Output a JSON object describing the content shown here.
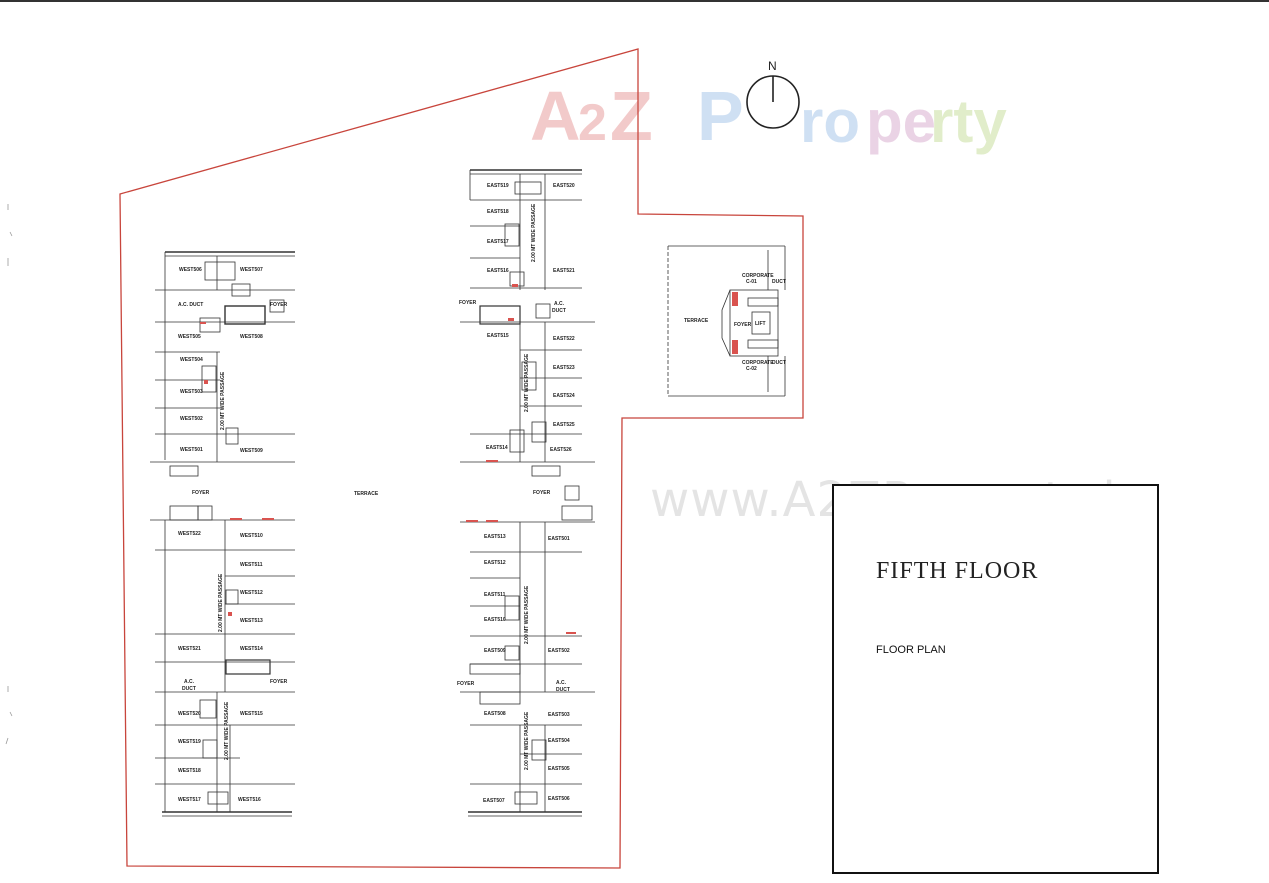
{
  "watermark": {
    "logo": {
      "a": "A",
      "two": "2",
      "z": "Z",
      "p": "P",
      "ro": "ro",
      "pe": "pe",
      "rty": "rty"
    },
    "url": "www.A2ZProperty.in"
  },
  "compass": {
    "label": "N"
  },
  "title_block": {
    "title": "FIFTH FLOOR",
    "subtitle": "FLOOR PLAN"
  },
  "plan": {
    "terrace": "TERRACE",
    "west_units": [
      {
        "id": "west-t-506",
        "label": "WEST506"
      },
      {
        "id": "west-t-507",
        "label": "WEST507"
      },
      {
        "id": "west-t-505",
        "label": "WEST505"
      },
      {
        "id": "west-t-508",
        "label": "WEST508"
      },
      {
        "id": "west-t-504",
        "label": "WEST504"
      },
      {
        "id": "west-t-503",
        "label": "WEST503"
      },
      {
        "id": "west-t-502",
        "label": "WEST502"
      },
      {
        "id": "west-t-501",
        "label": "WEST501"
      },
      {
        "id": "west-t-509",
        "label": "WEST509"
      },
      {
        "id": "west-t-522",
        "label": "WEST522"
      },
      {
        "id": "west-t-510",
        "label": "WEST510"
      },
      {
        "id": "west-t-511",
        "label": "WEST511"
      },
      {
        "id": "west-t-512",
        "label": "WEST512"
      },
      {
        "id": "west-t-513",
        "label": "WEST513"
      },
      {
        "id": "west-t-521",
        "label": "WEST521"
      },
      {
        "id": "west-t-514",
        "label": "WEST514"
      },
      {
        "id": "west-t-520",
        "label": "WEST520"
      },
      {
        "id": "west-t-515",
        "label": "WEST515"
      },
      {
        "id": "west-t-519",
        "label": "WEST519"
      },
      {
        "id": "west-t-518",
        "label": "WEST518"
      },
      {
        "id": "west-t-517",
        "label": "WEST517"
      },
      {
        "id": "west-t-516",
        "label": "WEST516"
      }
    ],
    "east_units": [
      {
        "id": "east-t-519",
        "label": "EAST519"
      },
      {
        "id": "east-t-520",
        "label": "EAST520"
      },
      {
        "id": "east-t-518",
        "label": "EAST518"
      },
      {
        "id": "east-t-517",
        "label": "EAST517"
      },
      {
        "id": "east-t-516",
        "label": "EAST516"
      },
      {
        "id": "east-t-521",
        "label": "EAST521"
      },
      {
        "id": "east-t-515",
        "label": "EAST515"
      },
      {
        "id": "east-t-522",
        "label": "EAST522"
      },
      {
        "id": "east-t-523",
        "label": "EAST523"
      },
      {
        "id": "east-t-524",
        "label": "EAST524"
      },
      {
        "id": "east-t-525",
        "label": "EAST525"
      },
      {
        "id": "east-t-514",
        "label": "EAST514"
      },
      {
        "id": "east-t-526",
        "label": "EAST526"
      },
      {
        "id": "east-t-513",
        "label": "EAST513"
      },
      {
        "id": "east-t-501",
        "label": "EAST501"
      },
      {
        "id": "east-t-512",
        "label": "EAST512"
      },
      {
        "id": "east-t-511",
        "label": "EAST511"
      },
      {
        "id": "east-t-510",
        "label": "EAST510"
      },
      {
        "id": "east-t-509",
        "label": "EAST509"
      },
      {
        "id": "east-t-502",
        "label": "EAST502"
      },
      {
        "id": "east-t-508",
        "label": "EAST508"
      },
      {
        "id": "east-t-503",
        "label": "EAST503"
      },
      {
        "id": "east-t-504",
        "label": "EAST504"
      },
      {
        "id": "east-t-505",
        "label": "EAST505"
      },
      {
        "id": "east-t-507",
        "label": "EAST507"
      },
      {
        "id": "east-t-506",
        "label": "EAST506"
      }
    ],
    "common": {
      "foyer": "FOYER",
      "ac": "A.C.",
      "duct": "DUCT",
      "ac_duct": "A.C. DUCT",
      "passage": "2.00 MT WIDE PASSAGE",
      "corporate_a": "CORPORATE",
      "corporate_b": "CORPORATE",
      "office_a": "C-01",
      "office_b": "C-02",
      "lift": "LIFT",
      "terrace_small": "TERRACE"
    }
  },
  "colors": {
    "boundary": "#c8453c",
    "wall": "#333333",
    "accent": "#d9534f",
    "wm_red": "#e8a0a0",
    "wm_blue": "#a9c8ea",
    "wm_green": "#c9dfa0"
  }
}
